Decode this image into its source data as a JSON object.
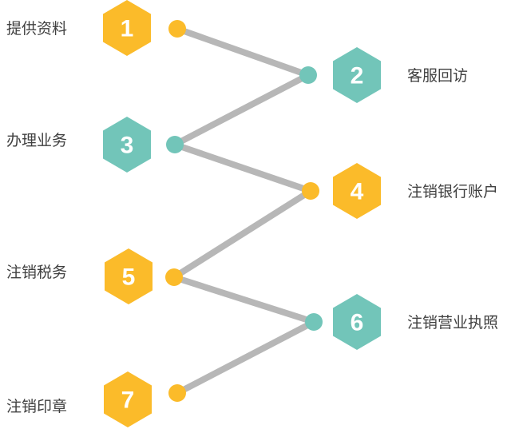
{
  "colors": {
    "yellow": "#fbbb2a",
    "teal": "#72c5b9",
    "connector": "#b7b7b7",
    "label_text": "#404040"
  },
  "steps": [
    {
      "number": "1",
      "label": "提供资料",
      "color": "yellow",
      "side": "left"
    },
    {
      "number": "2",
      "label": "客服回访",
      "color": "teal",
      "side": "right"
    },
    {
      "number": "3",
      "label": "办理业务",
      "color": "teal",
      "side": "left"
    },
    {
      "number": "4",
      "label": "注销银行账户",
      "color": "yellow",
      "side": "right"
    },
    {
      "number": "5",
      "label": "注销税务",
      "color": "yellow",
      "side": "left"
    },
    {
      "number": "6",
      "label": "注销营业执照",
      "color": "teal",
      "side": "right"
    },
    {
      "number": "7",
      "label": "注销印章",
      "color": "yellow",
      "side": "left"
    }
  ]
}
